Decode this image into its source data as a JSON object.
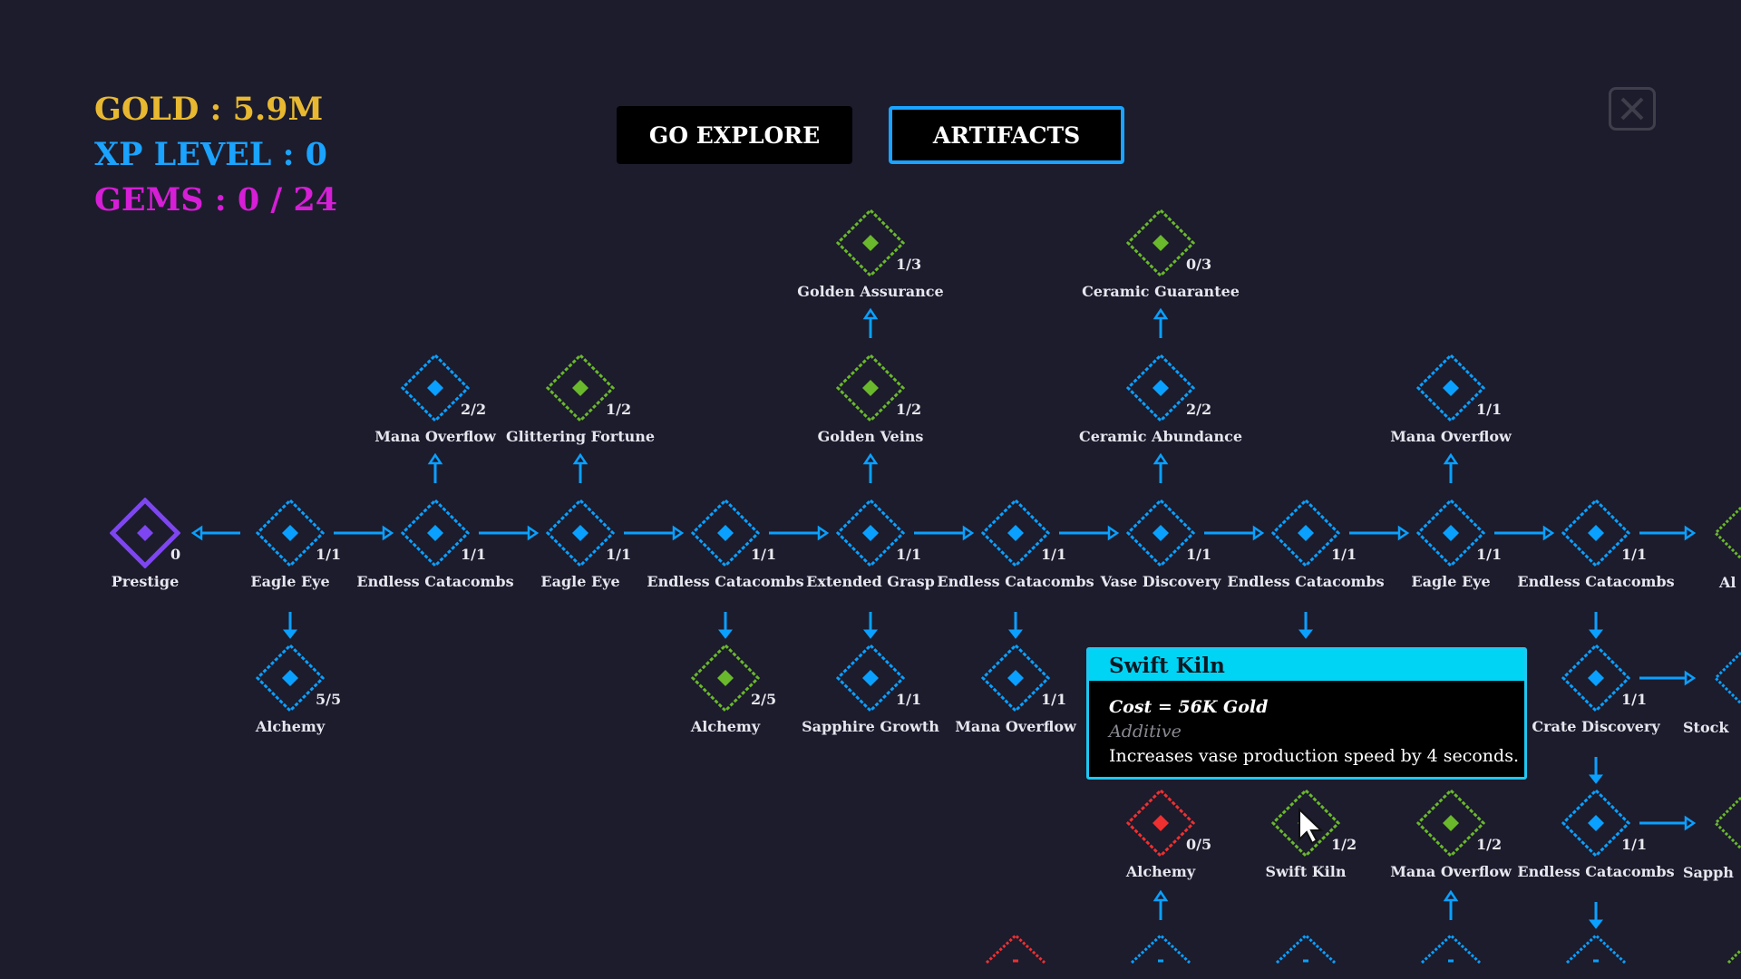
{
  "stats": {
    "gold": "GOLD : 5.9M",
    "xp": "XP LEVEL : 0",
    "gems": "GEMS : 0 / 24",
    "gold_color": "#e8b830",
    "xp_color": "#1aa3ff",
    "gems_color": "#d51ed5"
  },
  "buttons": {
    "go_explore": "GO EXPLORE",
    "artifacts": "ARTIFACTS"
  },
  "colors": {
    "blue": "#0aa0ff",
    "green": "#6ab82c",
    "purple": "#7e46f0",
    "red": "#ee3030"
  },
  "nodes": [
    {
      "id": "prestige",
      "label": "Prestige",
      "level": "0",
      "color": "purple"
    },
    {
      "id": "eagle-eye-1",
      "label": "Eagle Eye",
      "level": "1/1",
      "color": "blue"
    },
    {
      "id": "endless-catacombs-1",
      "label": "Endless Catacombs",
      "level": "1/1",
      "color": "blue"
    },
    {
      "id": "eagle-eye-2",
      "label": "Eagle Eye",
      "level": "1/1",
      "color": "blue"
    },
    {
      "id": "endless-catacombs-2",
      "label": "Endless Catacombs",
      "level": "1/1",
      "color": "blue"
    },
    {
      "id": "extended-grasp",
      "label": "Extended Grasp",
      "level": "1/1",
      "color": "blue"
    },
    {
      "id": "endless-catacombs-3",
      "label": "Endless Catacombs",
      "level": "1/1",
      "color": "blue"
    },
    {
      "id": "vase-discovery",
      "label": "Vase Discovery",
      "level": "1/1",
      "color": "blue"
    },
    {
      "id": "endless-catacombs-4",
      "label": "Endless Catacombs",
      "level": "1/1",
      "color": "blue"
    },
    {
      "id": "eagle-eye-3",
      "label": "Eagle Eye",
      "level": "1/1",
      "color": "blue"
    },
    {
      "id": "endless-catacombs-5",
      "label": "Endless Catacombs",
      "level": "1/1",
      "color": "blue"
    },
    {
      "id": "golden-assurance",
      "label": "Golden Assurance",
      "level": "1/3",
      "color": "green"
    },
    {
      "id": "ceramic-guarantee",
      "label": "Ceramic Guarantee",
      "level": "0/3",
      "color": "green"
    },
    {
      "id": "mana-overflow-1",
      "label": "Mana Overflow",
      "level": "2/2",
      "color": "blue"
    },
    {
      "id": "glittering-fortune",
      "label": "Glittering Fortune",
      "level": "1/2",
      "color": "green"
    },
    {
      "id": "golden-veins",
      "label": "Golden Veins",
      "level": "1/2",
      "color": "green"
    },
    {
      "id": "ceramic-abundance",
      "label": "Ceramic Abundance",
      "level": "2/2",
      "color": "blue"
    },
    {
      "id": "mana-overflow-2",
      "label": "Mana Overflow",
      "level": "1/1",
      "color": "blue"
    },
    {
      "id": "alchemy-1",
      "label": "Alchemy",
      "level": "5/5",
      "color": "blue"
    },
    {
      "id": "alchemy-2",
      "label": "Alchemy",
      "level": "2/5",
      "color": "green"
    },
    {
      "id": "sapphire-growth",
      "label": "Sapphire Growth",
      "level": "1/1",
      "color": "blue"
    },
    {
      "id": "mana-overflow-3",
      "label": "Mana Overflow",
      "level": "1/1",
      "color": "blue"
    },
    {
      "id": "crate-discovery",
      "label": "Crate Discovery",
      "level": "1/1",
      "color": "blue"
    },
    {
      "id": "alchemy-3",
      "label": "Alchemy",
      "level": "0/5",
      "color": "red"
    },
    {
      "id": "swift-kiln",
      "label": "Swift Kiln",
      "level": "1/2",
      "color": "green"
    },
    {
      "id": "mana-overflow-4",
      "label": "Mana Overflow",
      "level": "1/2",
      "color": "green"
    },
    {
      "id": "endless-catacombs-6",
      "label": "Endless Catacombs",
      "level": "1/1",
      "color": "blue"
    }
  ],
  "partial_labels": {
    "a": "Al",
    "b": "Stock",
    "c": "Sapph"
  },
  "tooltip": {
    "title": "Swift Kiln",
    "cost": "Cost = 56K Gold",
    "type": "Additive",
    "description": "Increases vase production speed by 4 seconds."
  }
}
